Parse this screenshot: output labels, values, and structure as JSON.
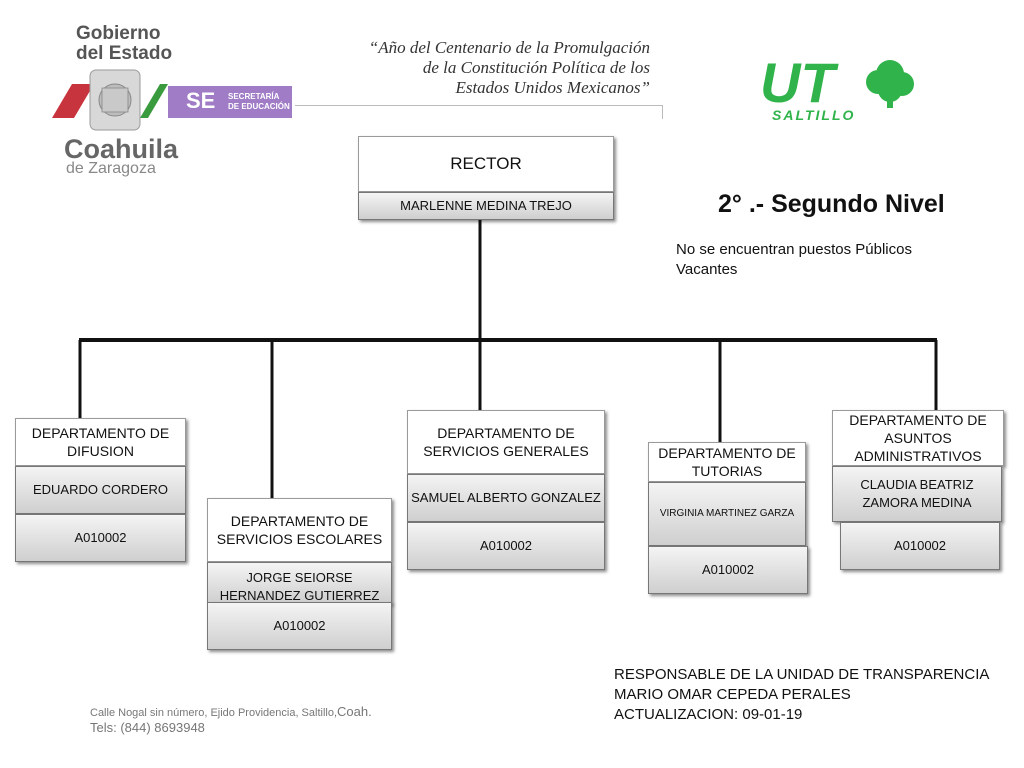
{
  "header": {
    "gobierno_line1": "Gobierno",
    "gobierno_line2": "del Estado",
    "coahuila": "Coahuila",
    "zaragoza": "de Zaragoza",
    "se_badge": "SE",
    "se_text_line1": "SECRETARÍA",
    "se_text_line2": "DE EDUCACIÓN",
    "quote_line1": "“Año del Centenario de la Promulgación",
    "quote_line2": "de la Constitución Política de los",
    "quote_line3": "Estados Unidos Mexicanos”",
    "ut_logo_text": "UT",
    "ut_logo_sub": "SALTILLO"
  },
  "level": {
    "title": "2° .- Segundo Nivel",
    "note_line1": "No se encuentran puestos Públicos",
    "note_line2": "Vacantes"
  },
  "org": {
    "rector": {
      "title": "RECTOR",
      "name": "MARLENNE MEDINA TREJO"
    },
    "departments": [
      {
        "title": "DEPARTAMENTO DE DIFUSION",
        "name": "EDUARDO CORDERO",
        "code": "A010002"
      },
      {
        "title": "DEPARTAMENTO DE SERVICIOS ESCOLARES",
        "name": "JORGE SEIORSE HERNANDEZ GUTIERREZ",
        "code": "A010002"
      },
      {
        "title": "DEPARTAMENTO DE SERVICIOS GENERALES",
        "name": "SAMUEL ALBERTO GONZALEZ",
        "code": "A010002"
      },
      {
        "title": "DEPARTAMENTO DE TUTORIAS",
        "name": "VIRGINIA MARTINEZ GARZA",
        "code": "A010002"
      },
      {
        "title": "DEPARTAMENTO DE ASUNTOS ADMINISTRATIVOS",
        "name": "CLAUDIA BEATRIZ ZAMORA MEDINA",
        "code": "A010002"
      }
    ]
  },
  "footer": {
    "address_a": "Calle Nogal sin número, Ejido Providencia, Saltillo,",
    "address_b": "Coah.",
    "tel": "Tels: (844) 8693948",
    "resp_line1": "RESPONSABLE DE LA UNIDAD DE TRANSPARENCIA",
    "resp_line2": "MARIO OMAR CEPEDA PERALES",
    "resp_line3": "ACTUALIZACION: 09-01-19"
  },
  "colors": {
    "se_purple": "#a07cc6",
    "ut_green": "#2fb34a",
    "box_gray": "#d6d6d6"
  }
}
